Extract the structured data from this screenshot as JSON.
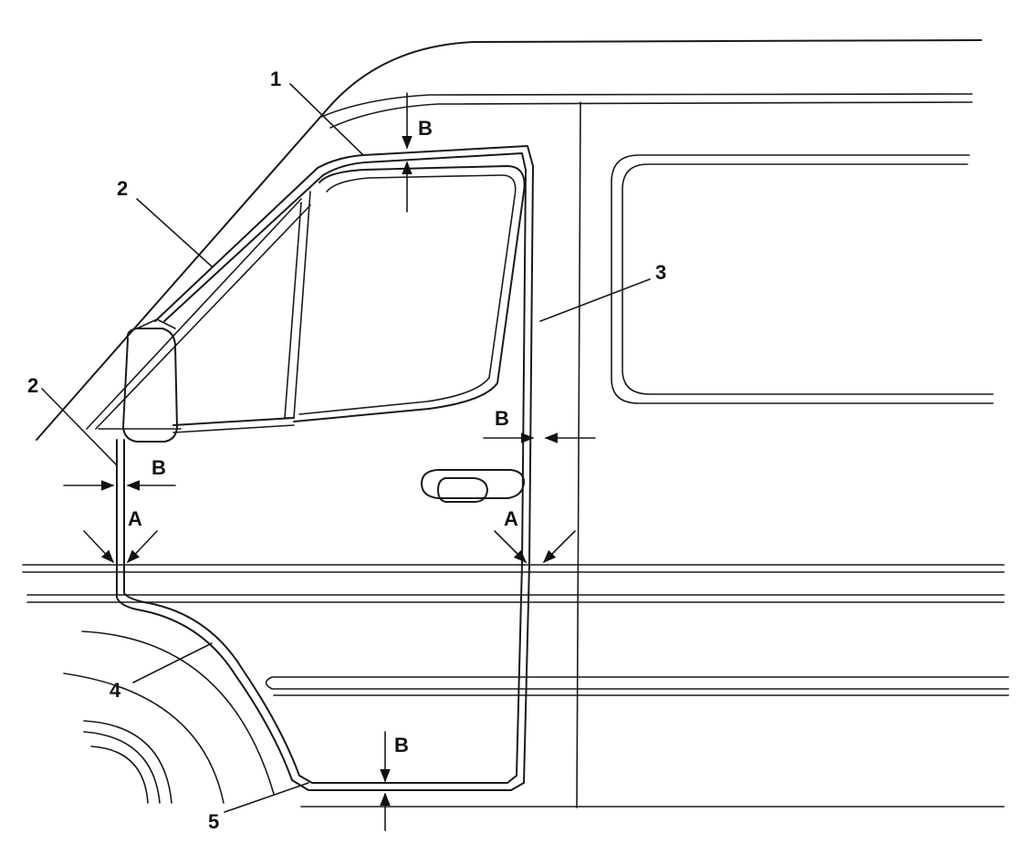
{
  "callouts": {
    "c1": "1",
    "c2_upper": "2",
    "c2_lower": "2",
    "c3": "3",
    "c4": "4",
    "c5": "5"
  },
  "dimensions": {
    "b_top": "B",
    "b_front": "B",
    "b_rear": "B",
    "b_bottom": "B",
    "a_front": "A",
    "a_rear": "A"
  }
}
